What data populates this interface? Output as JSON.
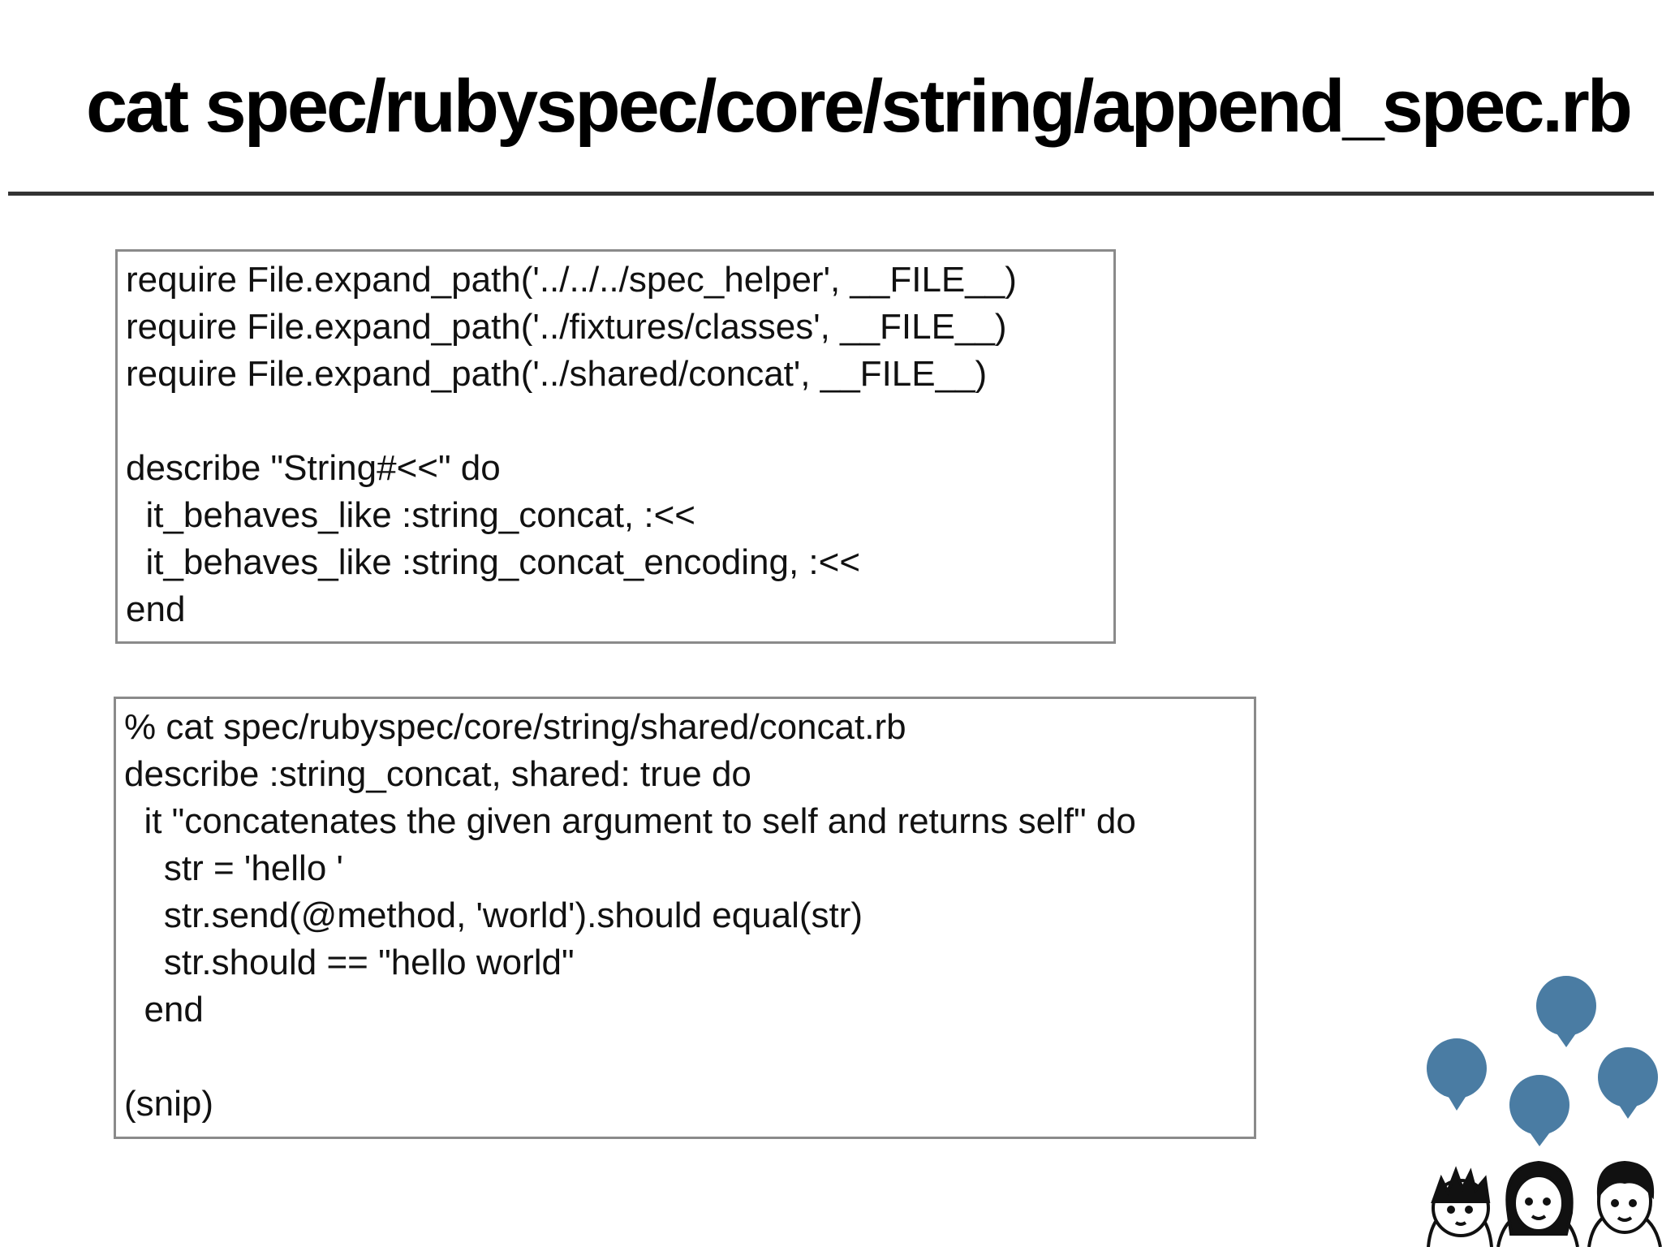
{
  "slide": {
    "title": "cat spec/rubyspec/core/string/append_spec.rb"
  },
  "code_block_1": {
    "lines": [
      "require File.expand_path('../../../spec_helper', __FILE__)",
      "require File.expand_path('../fixtures/classes', __FILE__)",
      "require File.expand_path('../shared/concat', __FILE__)",
      "",
      "describe \"String#<<\" do",
      "  it_behaves_like :string_concat, :<<",
      "  it_behaves_like :string_concat_encoding, :<<",
      "end"
    ]
  },
  "code_block_2": {
    "lines": [
      "% cat spec/rubyspec/core/string/shared/concat.rb",
      "describe :string_concat, shared: true do",
      "  it \"concatenates the given argument to self and returns self\" do",
      "    str = 'hello '",
      "    str.send(@method, 'world').should equal(str)",
      "    str.should == \"hello world\"",
      "  end",
      "",
      "(snip)"
    ]
  },
  "colors": {
    "bubble": "#4a7ca3",
    "rule": "#333333",
    "box_border": "#8a8a8a"
  },
  "icons": {
    "mascot": "people-with-speech-bubbles-icon"
  }
}
